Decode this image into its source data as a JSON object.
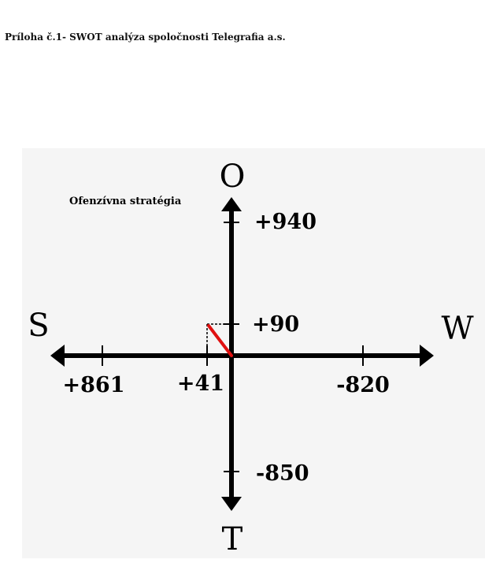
{
  "page": {
    "title": "Príloha č.1- SWOT analýza spoločnosti Telegrafia a.s."
  },
  "diagram": {
    "strategy_label": "Ofenzívna stratégia",
    "axis_letters": {
      "top": "O",
      "bottom": "T",
      "left": "S",
      "right": "W"
    },
    "axis_values": {
      "opportunities": "+940",
      "threats": "-850",
      "strengths": "+861",
      "weaknesses": "-820"
    },
    "resultant": {
      "x_label": "+41",
      "y_label": "+90"
    },
    "colors": {
      "axis": "#000000",
      "resultant_vector": "#e01010",
      "panel": "#f5f5f5"
    }
  }
}
